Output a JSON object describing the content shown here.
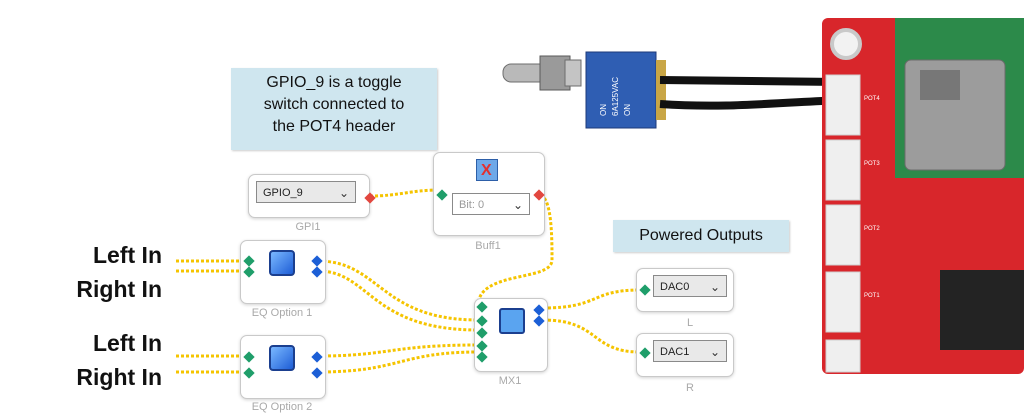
{
  "callouts": {
    "gpio_note": [
      "GPIO_9 is a toggle",
      "switch connected to",
      "the POT4 header"
    ],
    "powered_outputs": "Powered Outputs"
  },
  "side_labels": {
    "group1_left": "Left In",
    "group1_right": "Right In",
    "group2_left": "Left In",
    "group2_right": "Right In"
  },
  "blocks": {
    "gpi1": {
      "selected": "GPIO_9",
      "caption": "GPI1"
    },
    "buff1": {
      "selected": "Bit: 0",
      "caption": "Buff1"
    },
    "eq1": {
      "caption": "EQ Option 1"
    },
    "eq2": {
      "caption": "EQ Option 2"
    },
    "mx1": {
      "caption": "MX1"
    },
    "dac0": {
      "selected": "DAC0",
      "caption": "L"
    },
    "dac1": {
      "selected": "DAC1",
      "caption": "R"
    }
  },
  "hardware": {
    "switch_marks": [
      "ON",
      "6A125VAC",
      "ON"
    ],
    "pcb_header_labels": [
      "POT4",
      "POT3",
      "POT2",
      "POT1"
    ]
  },
  "colors": {
    "wire": "#f5c400",
    "port_in": "#1f9e6a",
    "port_out": "#1c5fd6",
    "pcb": "#d8262b",
    "callout": "#cfe6ef"
  }
}
